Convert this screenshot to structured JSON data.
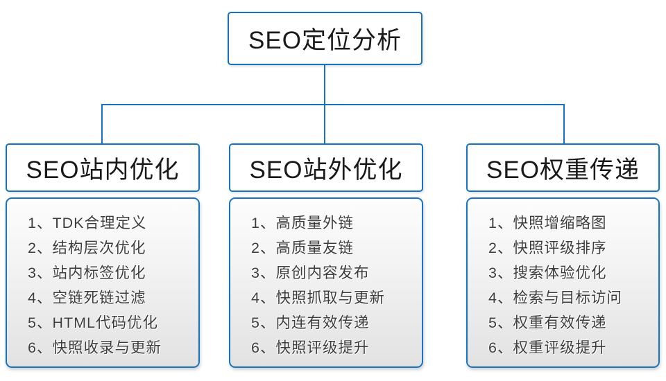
{
  "page": {
    "background_color": "#ffffff",
    "accent_color": "#1673c0",
    "list_text_color": "#3d3d3d"
  },
  "root_node": {
    "label": "SEO定位分析"
  },
  "columns": [
    {
      "title": "SEO站内优化",
      "items": [
        "1、TDK合理定义",
        "2、结构层次优化",
        "3、站内标签优化",
        "4、空链死链过滤",
        "5、HTML代码优化",
        "6、快照收录与更新"
      ]
    },
    {
      "title": "SEO站外优化",
      "items": [
        "1、高质量外链",
        "2、高质量友链",
        "3、原创内容发布",
        "4、快照抓取与更新",
        "5、内连有效传递",
        "6、快照评级提升"
      ]
    },
    {
      "title": "SEO权重传递",
      "items": [
        "1、快照增缩略图",
        "2、快照评级排序",
        "3、搜索体验优化",
        "4、检索与目标访问",
        "5、权重有效传递",
        "6、权重评级提升"
      ]
    }
  ]
}
